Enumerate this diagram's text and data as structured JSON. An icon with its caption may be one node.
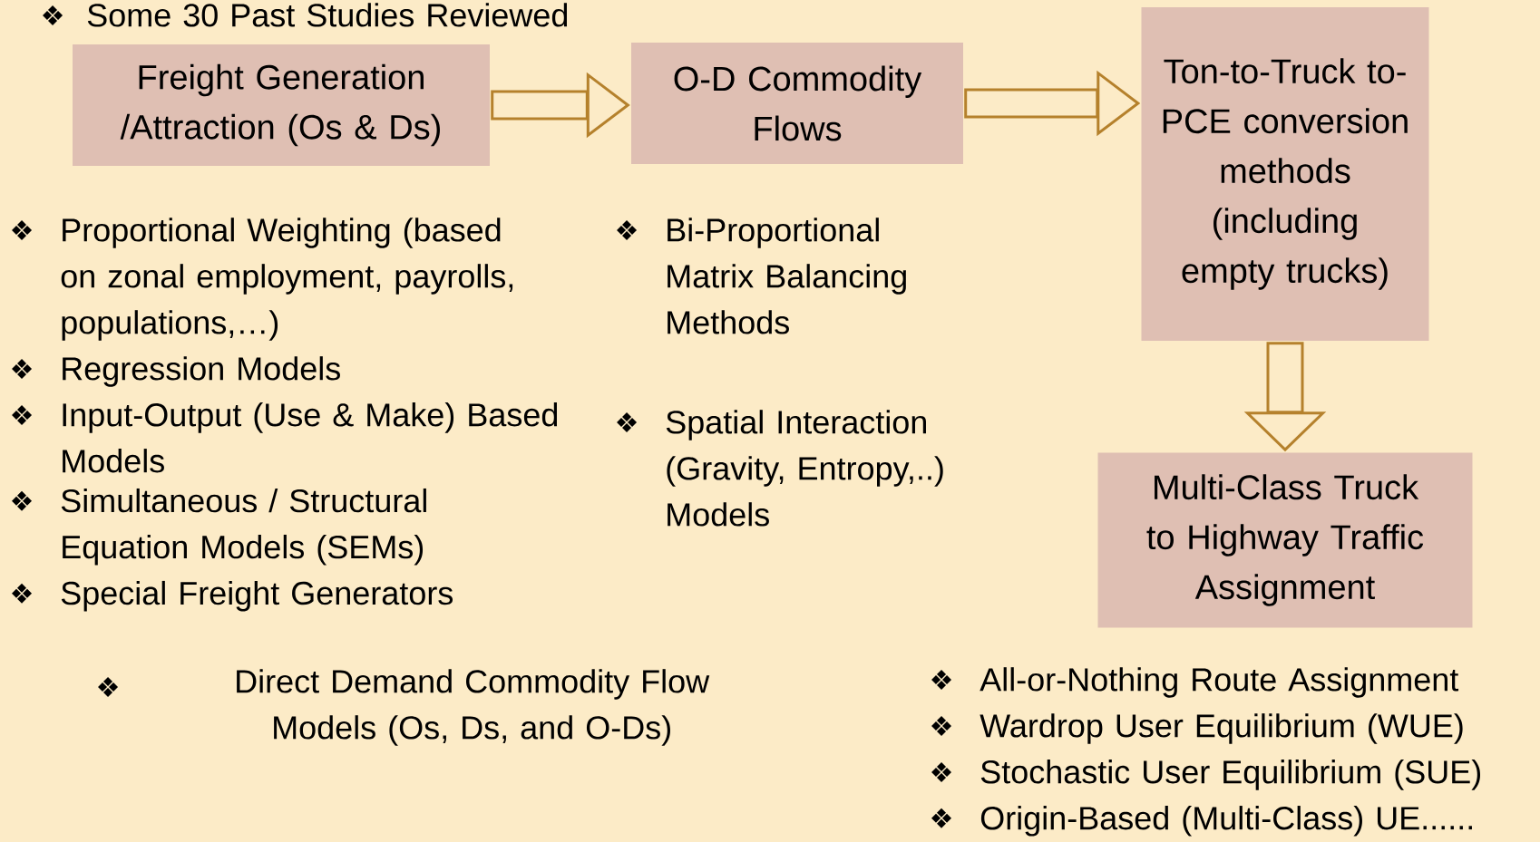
{
  "diagram": {
    "nodes": [
      {
        "text": [
          "Freight Generation /Attraction (Os & Ds)"
        ]
      },
      {
        "text": [
          "O-D Commodity Flows"
        ]
      },
      {
        "text": [
          "Ton-to-Truck to-PCE conversion methods (including empty trucks)"
        ]
      },
      {
        "text": [
          "Multi-Class Truck to Highway Traffic Assignment"
        ]
      }
    ],
    "edges": [
      {
        "from": 0,
        "to": 1,
        "arrow": "to"
      },
      {
        "from": 1,
        "to": 2,
        "arrow": "to"
      },
      {
        "from": 2,
        "to": 3,
        "arrow": "to"
      }
    ],
    "labels": [
      "Some 30 Past Studies Reviewed",
      "Proportional Weighting (based on zonal employment, payrolls, populations,…)",
      "Regression Models",
      "Input-Output (Use & Make) Based Models",
      "Simultaneous / Structural Equation Models (SEMs)",
      "Special Freight Generators",
      "Bi-Proportional Matrix Balancing Methods",
      "Spatial Interaction (Gravity, Entropy,..) Models",
      "Direct Demand Commodity Flow Models (Os, Ds, and O-Ds)",
      "All-or-Nothing Route Assignment",
      "Wardrop User Equilibrium (WUE)",
      "Stochastic User Equilibrium (SUE)",
      "Origin-Based (Multi-Class) UE......"
    ]
  }
}
